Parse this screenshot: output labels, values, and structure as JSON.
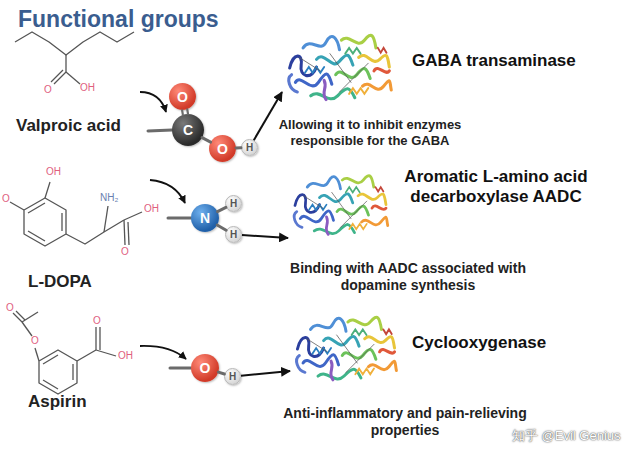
{
  "diagram": {
    "title": "Functional groups",
    "nodes": [
      {
        "text": [
          "O"
        ]
      },
      {
        "text": [
          "C"
        ]
      },
      {
        "text": [
          "O"
        ]
      },
      {
        "text": [
          "H"
        ]
      },
      {
        "text": [
          "GABA transaminase",
          "Allowing it to inhibit enzymes responsible for the GABA"
        ]
      },
      {
        "text": [
          "N"
        ]
      },
      {
        "text": [
          "H"
        ]
      },
      {
        "text": [
          "H"
        ]
      },
      {
        "text": [
          "Aromatic L-amino acid decarboxylase AADC",
          "Binding with AADC associated with dopamine synthesis"
        ]
      },
      {
        "text": [
          "O"
        ]
      },
      {
        "text": [
          "H"
        ]
      },
      {
        "text": [
          "Cyclooxygenase",
          "Anti-inflammatory and pain-relieving properties"
        ]
      }
    ],
    "edges": [
      {
        "from": 0,
        "to": 1,
        "arrow": "none"
      },
      {
        "from": 1,
        "to": 2,
        "arrow": "none"
      },
      {
        "from": 2,
        "to": 3,
        "arrow": "none"
      },
      {
        "from": 3,
        "to": 4,
        "arrow": "to"
      },
      {
        "from": 5,
        "to": 6,
        "arrow": "none"
      },
      {
        "from": 5,
        "to": 7,
        "arrow": "none"
      },
      {
        "from": 7,
        "to": 8,
        "arrow": "to"
      },
      {
        "from": 9,
        "to": 10,
        "arrow": "none"
      },
      {
        "from": 10,
        "to": 11,
        "arrow": "to"
      }
    ],
    "labels": [
      "Valproic acid",
      "O",
      "OH",
      "L-DOPA",
      "OH",
      "O",
      "NH₂",
      "O",
      "OH",
      "Aspirin",
      "O",
      "O",
      "O",
      "OH",
      "知乎 @Evil Genius"
    ]
  }
}
